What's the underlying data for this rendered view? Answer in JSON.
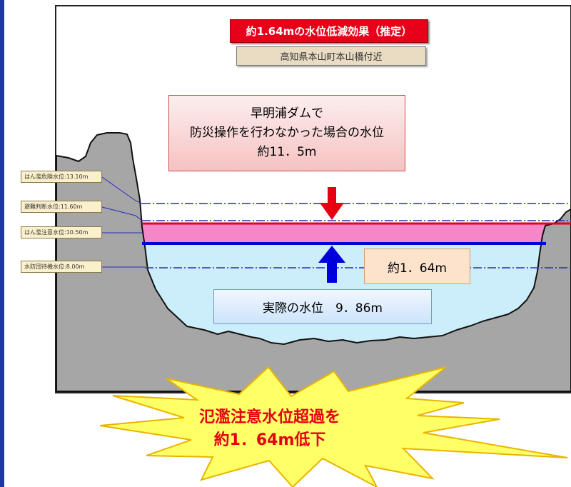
{
  "title": "約1.64mの水位低減効果（推定）",
  "location": "高知県本山町本山橋付近",
  "no_operation_box": {
    "line1": "早明浦ダムで",
    "line2": "防災操作を行わなかった場合の水位",
    "line3": "約11．5m"
  },
  "reduction_box": "約1．64m",
  "actual_box": "実際の水位　9．86m",
  "level_labels": [
    "はん濫危険水位:13.10m",
    "避難判断水位:11.60m",
    "はん濫注意水位:10.50m",
    "水防団待機水位:8.00m"
  ],
  "burst": {
    "line1": "氾濫注意水位超過を",
    "line2": "約1．64m低下"
  },
  "colors": {
    "title_bg": "#e6001a",
    "ground": "#a6a6a6",
    "actual_water": "#cceefa",
    "reduced_band": "#f587c9",
    "down_arrow": "#e60012",
    "up_arrow": "#0000dd",
    "burst_fill": "#ffff66",
    "burst_text": "#e60012"
  }
}
